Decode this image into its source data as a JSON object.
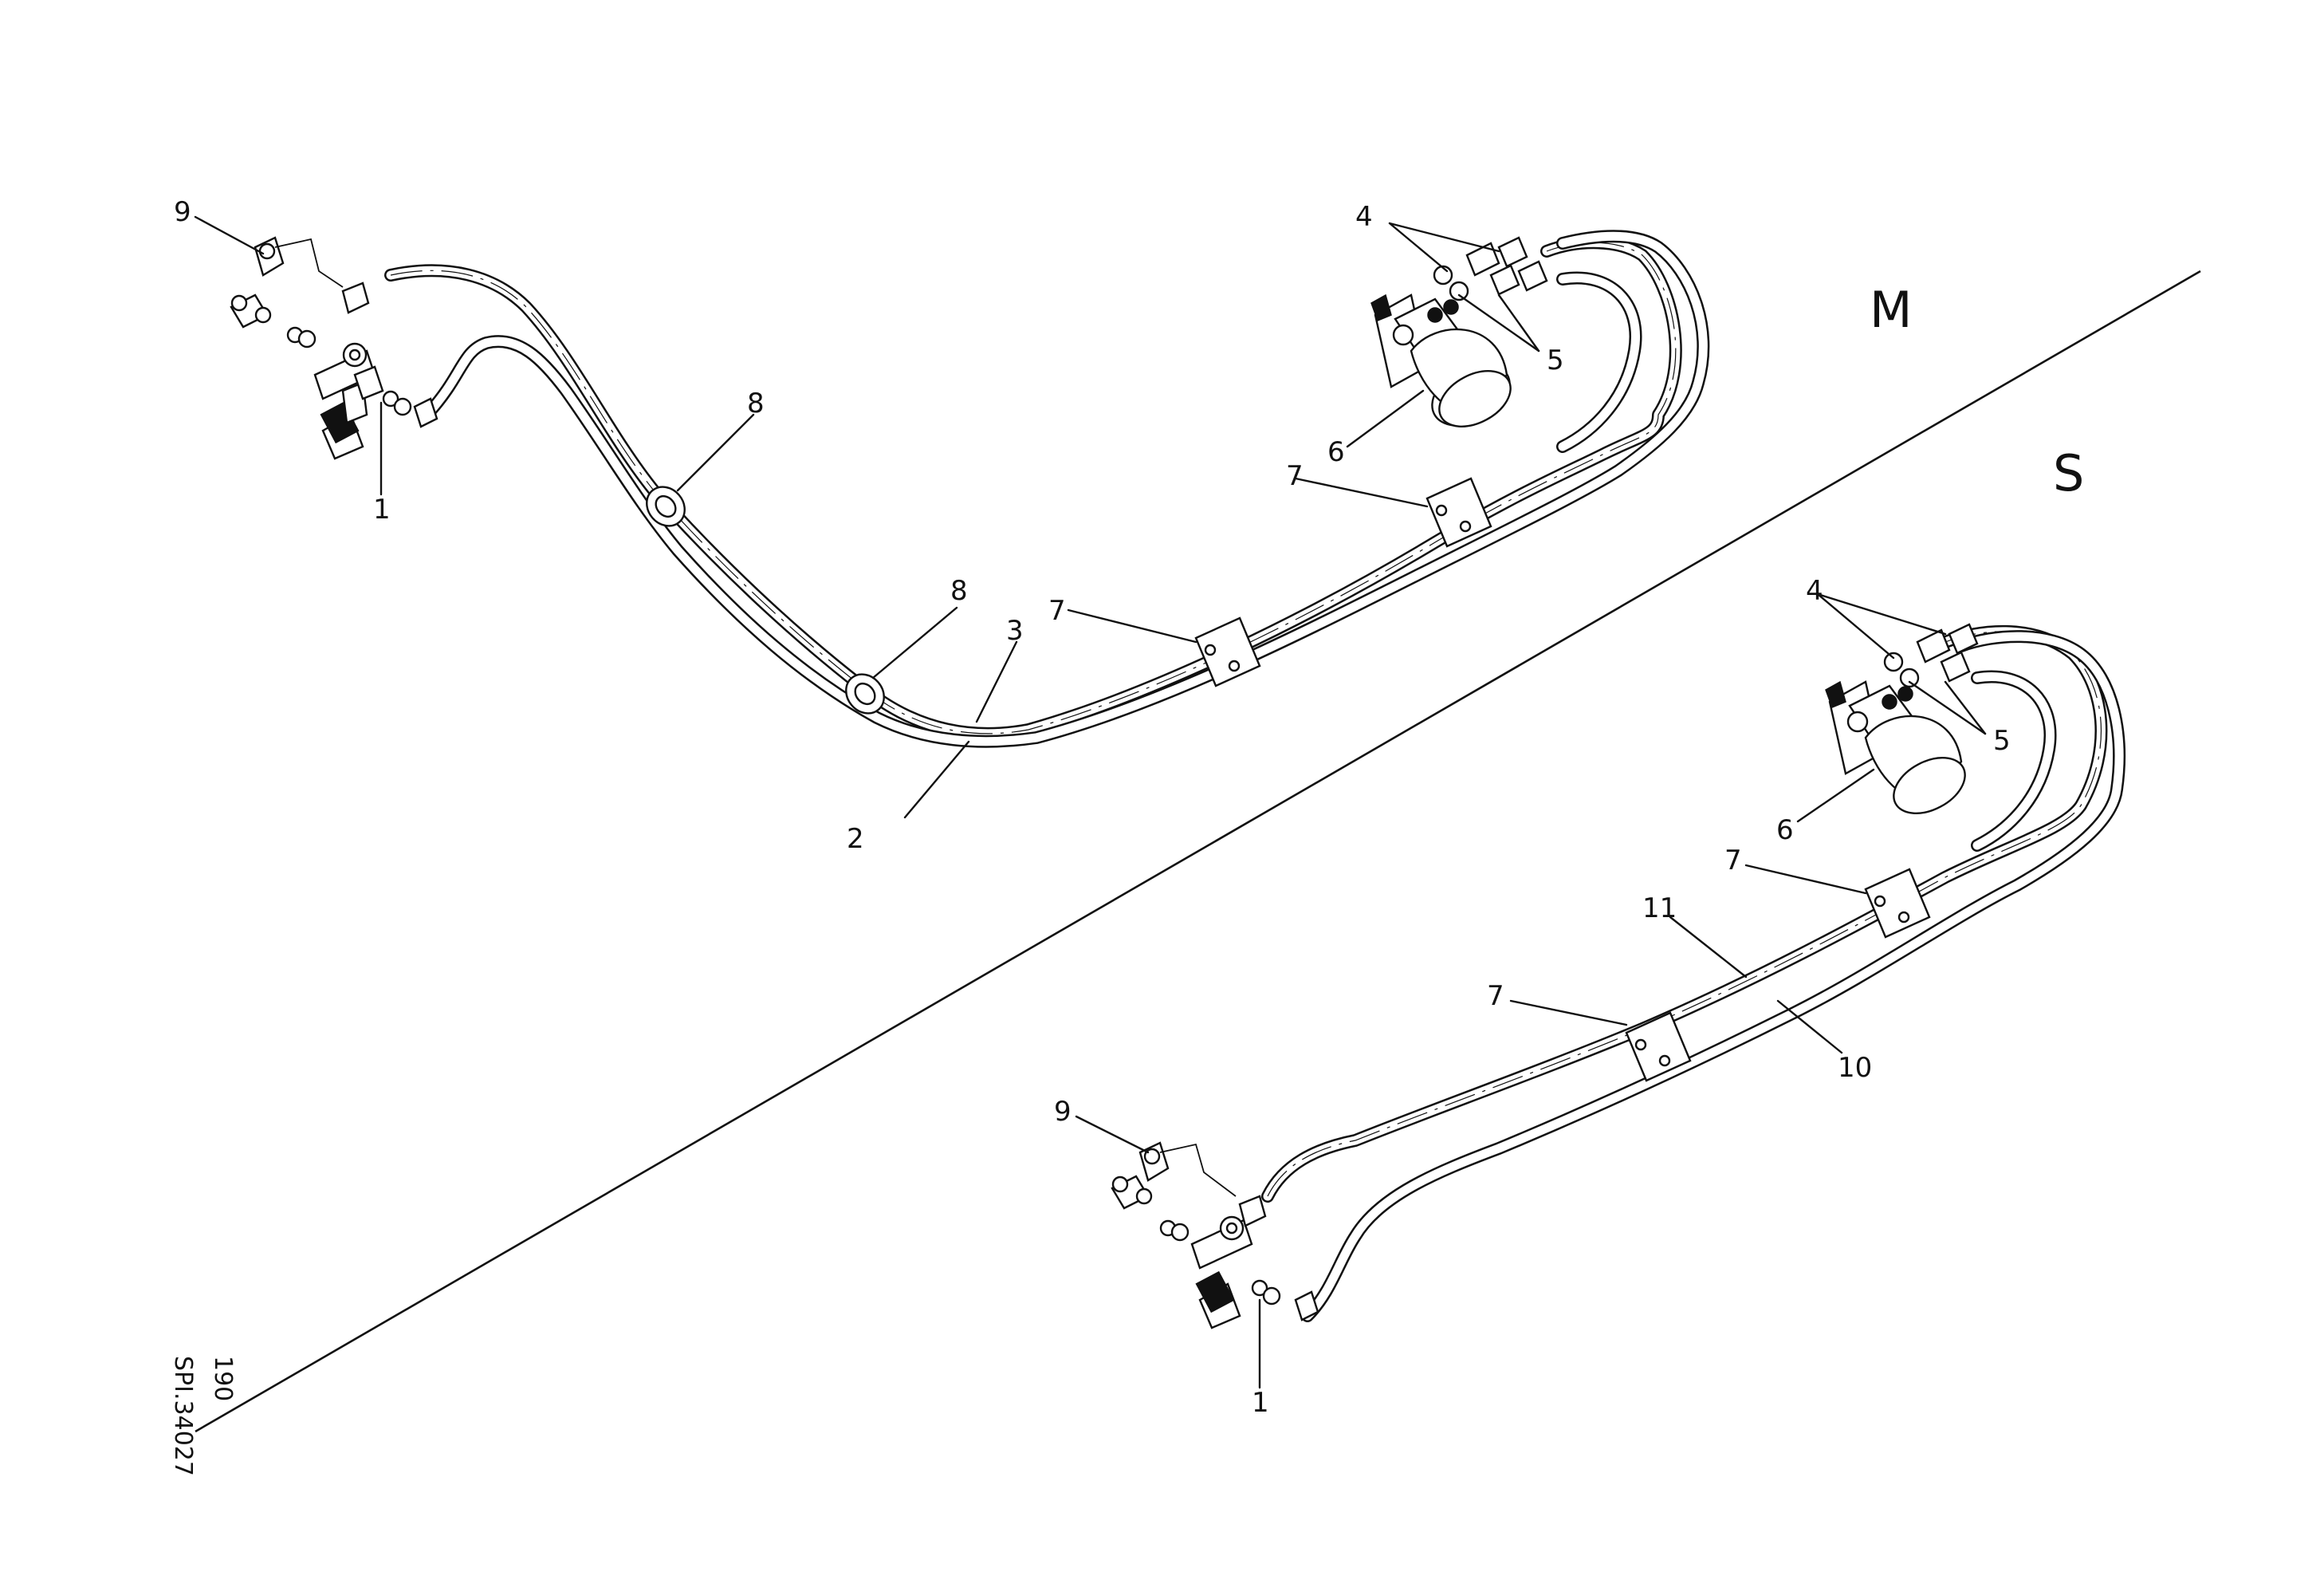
{
  "sections": {
    "upper": "M",
    "lower": "S"
  },
  "reference": {
    "line1": "190",
    "line2": "SPI.34027"
  },
  "callouts": {
    "M": {
      "c1": "1",
      "c2": "2",
      "c3": "3",
      "c4": "4",
      "c5": "5",
      "c6": "6",
      "c7a": "7",
      "c7b": "7",
      "c8a": "8",
      "c8b": "8",
      "c9": "9"
    },
    "S": {
      "c1": "1",
      "c4": "4",
      "c5": "5",
      "c6": "6",
      "c7a": "7",
      "c7b": "7",
      "c9": "9",
      "c10": "10",
      "c11": "11"
    }
  }
}
